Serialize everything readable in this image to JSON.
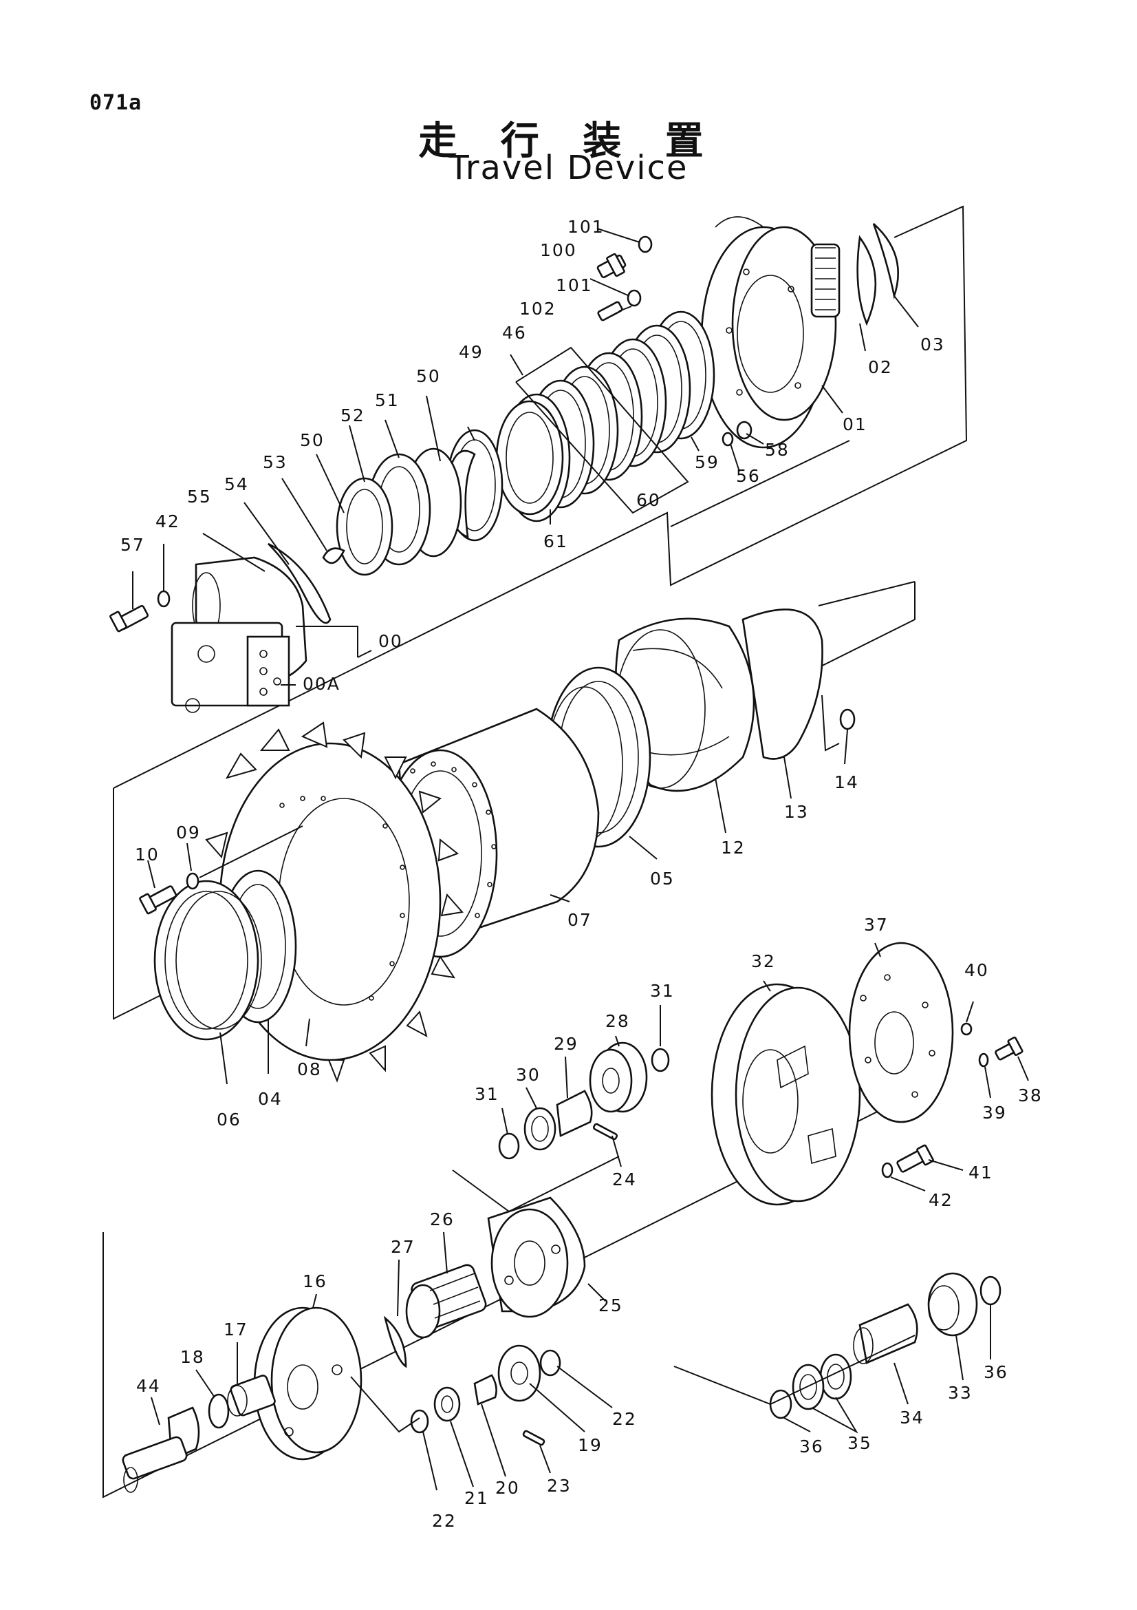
{
  "page": {
    "code": "071a",
    "title_jp": "走 行 装 置",
    "title_en": "Travel Device"
  },
  "labels": {
    "p101a": "101",
    "p100": "100",
    "p101b": "101",
    "p102": "102",
    "p03": "03",
    "p02": "02",
    "p01": "01",
    "p58": "58",
    "p56": "56",
    "p59": "59",
    "p60": "60",
    "p61": "61",
    "p46": "46",
    "p49": "49",
    "p50a": "50",
    "p51": "51",
    "p52": "52",
    "p50b": "50",
    "p53": "53",
    "p54": "54",
    "p55": "55",
    "p42a": "42",
    "p57": "57",
    "p00": "00",
    "p00A": "00A",
    "p14": "14",
    "p13": "13",
    "p12": "12",
    "p05": "05",
    "p07": "07",
    "p08": "08",
    "p04": "04",
    "p06": "06",
    "p09": "09",
    "p10": "10",
    "p37": "37",
    "p40": "40",
    "p32": "32",
    "p31a": "31",
    "p28": "28",
    "p29": "29",
    "p30": "30",
    "p31b": "31",
    "p24": "24",
    "p38": "38",
    "p39": "39",
    "p41": "41",
    "p42b": "42",
    "p25": "25",
    "p26": "26",
    "p27": "27",
    "p16": "16",
    "p17": "17",
    "p18": "18",
    "p44": "44",
    "p22a": "22",
    "p19": "19",
    "p23": "23",
    "p20": "20",
    "p21": "21",
    "p22b": "22",
    "p36a": "36",
    "p33": "33",
    "p34": "34",
    "p35": "35",
    "p36b": "36"
  }
}
